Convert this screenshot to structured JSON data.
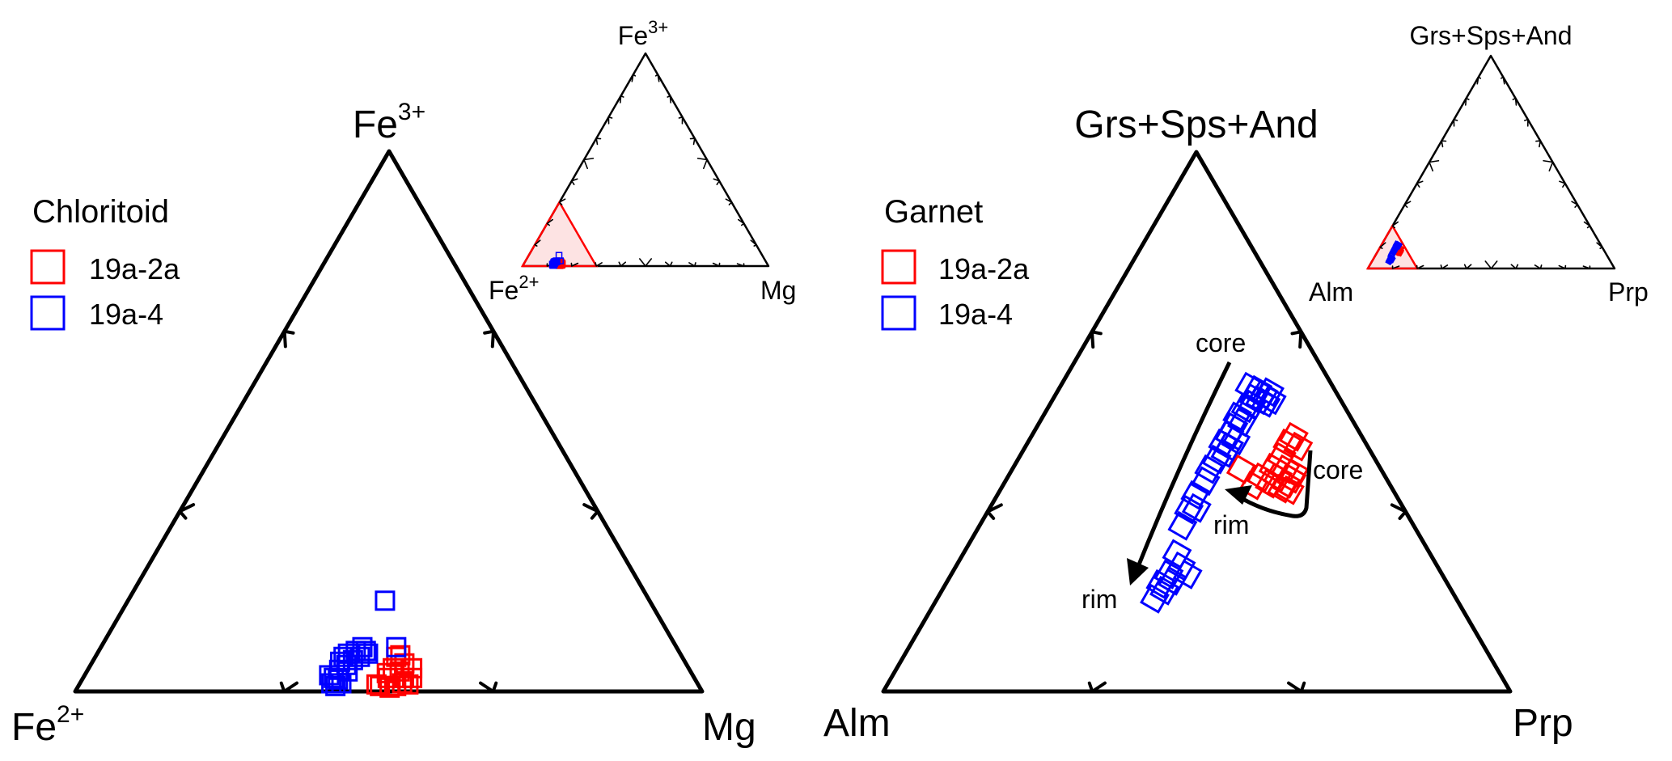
{
  "chart_data": [
    {
      "type": "scatter",
      "subtype": "ternary",
      "title": "Chloritoid",
      "vertices": {
        "bottom_left": "Fe",
        "bottom_left_sup": "2+",
        "bottom_right": "Mg",
        "bottom_right_sup": "",
        "top": "Fe",
        "top_sup": "3+"
      },
      "ticks_per_side": 2,
      "legend": {
        "title": "Chloritoid",
        "placement": "top-left",
        "entries": [
          {
            "name": "19a-2a",
            "color": "#ff0000"
          },
          {
            "name": "19a-4",
            "color": "#0000ff"
          }
        ]
      },
      "inset": {
        "vertices": {
          "bottom_left": "Fe",
          "bottom_left_sup": "2+",
          "bottom_right": "Mg",
          "bottom_right_sup": "",
          "top": "Fe",
          "top_sup": "3+"
        },
        "zoom_fraction": 0.3,
        "ticks_per_side": 10,
        "highlight_color": "#ff0000",
        "highlight_fill": "#fde3e3",
        "placement": "top-right"
      },
      "series": [
        {
          "name": "19a-2a",
          "color": "#ff0000",
          "marker": "square",
          "points": [
            [
              0.456,
              0.48,
              0.064
            ],
            [
              0.449,
              0.499,
              0.052
            ],
            [
              0.441,
              0.516,
              0.043
            ],
            [
              0.472,
              0.485,
              0.043
            ],
            [
              0.464,
              0.499,
              0.037
            ],
            [
              0.489,
              0.486,
              0.025
            ],
            [
              0.509,
              0.481,
              0.01
            ],
            [
              0.495,
              0.498,
              0.007
            ],
            [
              0.483,
              0.507,
              0.01
            ],
            [
              0.471,
              0.514,
              0.015
            ],
            [
              0.462,
              0.525,
              0.013
            ],
            [
              0.463,
              0.512,
              0.025
            ],
            [
              0.513,
              0.474,
              0.013
            ],
            [
              0.486,
              0.48,
              0.034
            ],
            [
              0.448,
              0.485,
              0.067
            ],
            [
              0.45,
              0.525,
              0.025
            ]
          ]
        },
        {
          "name": "19a-4",
          "color": "#0000ff",
          "marker": "square",
          "points": [
            [
              0.422,
              0.41,
              0.168
            ],
            [
              0.447,
              0.471,
              0.082
            ],
            [
              0.58,
              0.39,
              0.03
            ],
            [
              0.575,
              0.4,
              0.025
            ],
            [
              0.57,
              0.408,
              0.022
            ],
            [
              0.55,
              0.395,
              0.055
            ],
            [
              0.54,
              0.396,
              0.064
            ],
            [
              0.53,
              0.4,
              0.07
            ],
            [
              0.543,
              0.408,
              0.049
            ],
            [
              0.559,
              0.401,
              0.04
            ],
            [
              0.547,
              0.416,
              0.037
            ],
            [
              0.515,
              0.41,
              0.075
            ],
            [
              0.501,
              0.417,
              0.082
            ],
            [
              0.499,
              0.426,
              0.075
            ],
            [
              0.498,
              0.432,
              0.07
            ],
            [
              0.514,
              0.422,
              0.064
            ],
            [
              0.528,
              0.414,
              0.058
            ],
            [
              0.584,
              0.401,
              0.015
            ],
            [
              0.58,
              0.41,
              0.01
            ],
            [
              0.568,
              0.417,
              0.015
            ]
          ]
        }
      ],
      "coordinate_order": [
        "Fe2+",
        "Mg",
        "Fe3+"
      ],
      "coordinates_note": "fractions within the magnified sub-triangle"
    },
    {
      "type": "scatter",
      "subtype": "ternary",
      "title": "Garnet",
      "vertices": {
        "bottom_left": "Alm",
        "bottom_left_sup": "",
        "bottom_right": "Prp",
        "bottom_right_sup": "",
        "top": "Grs+Sps+And",
        "top_sup": ""
      },
      "ticks_per_side": 2,
      "legend": {
        "title": "Garnet",
        "placement": "top-left",
        "entries": [
          {
            "name": "19a-2a",
            "color": "#ff0000"
          },
          {
            "name": "19a-4",
            "color": "#0000ff"
          }
        ]
      },
      "inset": {
        "vertices": {
          "bottom_left": "Alm",
          "bottom_left_sup": "",
          "bottom_right": "Prp",
          "bottom_right_sup": "",
          "top": "Grs+Sps+And",
          "top_sup": ""
        },
        "zoom_fraction": 0.2,
        "ticks_per_side": 10,
        "highlight_color": "#ff0000",
        "highlight_fill": "#fde3e3",
        "placement": "top-right"
      },
      "annotations": [
        {
          "text": "core",
          "series": "19a-4",
          "role": "arrow-start"
        },
        {
          "text": "rim",
          "series": "19a-4",
          "role": "arrow-end"
        },
        {
          "text": "core",
          "series": "19a-2a",
          "role": "arrow-start"
        },
        {
          "text": "rim",
          "series": "19a-2a",
          "role": "arrow-end"
        }
      ],
      "series": [
        {
          "name": "19a-2a",
          "color": "#ff0000",
          "marker": "rotated-square",
          "points": [
            [
              0.109,
              0.419,
              0.472
            ],
            [
              0.125,
              0.415,
              0.46
            ],
            [
              0.111,
              0.435,
              0.454
            ],
            [
              0.147,
              0.418,
              0.435
            ],
            [
              0.17,
              0.415,
              0.415
            ],
            [
              0.152,
              0.436,
              0.412
            ],
            [
              0.172,
              0.431,
              0.397
            ],
            [
              0.165,
              0.45,
              0.385
            ],
            [
              0.151,
              0.455,
              0.394
            ],
            [
              0.176,
              0.448,
              0.376
            ],
            [
              0.165,
              0.462,
              0.373
            ],
            [
              0.191,
              0.424,
              0.385
            ],
            [
              0.198,
              0.405,
              0.397
            ],
            [
              0.223,
              0.365,
              0.412
            ],
            [
              0.218,
              0.4,
              0.382
            ],
            [
              0.142,
              0.453,
              0.405
            ]
          ]
        },
        {
          "name": "19a-4",
          "color": "#0000ff",
          "marker": "rotated-square",
          "points": [
            [
              0.133,
              0.302,
              0.565
            ],
            [
              0.123,
              0.318,
              0.559
            ],
            [
              0.118,
              0.332,
              0.55
            ],
            [
              0.106,
              0.339,
              0.555
            ],
            [
              0.137,
              0.319,
              0.544
            ],
            [
              0.122,
              0.343,
              0.535
            ],
            [
              0.129,
              0.331,
              0.54
            ],
            [
              0.145,
              0.323,
              0.532
            ],
            [
              0.159,
              0.316,
              0.525
            ],
            [
              0.11,
              0.35,
              0.54
            ],
            [
              0.18,
              0.31,
              0.51
            ],
            [
              0.178,
              0.323,
              0.499
            ],
            [
              0.196,
              0.314,
              0.49
            ],
            [
              0.21,
              0.315,
              0.475
            ],
            [
              0.205,
              0.33,
              0.465
            ],
            [
              0.228,
              0.312,
              0.46
            ],
            [
              0.221,
              0.325,
              0.454
            ],
            [
              0.233,
              0.325,
              0.442
            ],
            [
              0.253,
              0.317,
              0.43
            ],
            [
              0.274,
              0.314,
              0.412
            ],
            [
              0.291,
              0.319,
              0.39
            ],
            [
              0.32,
              0.316,
              0.364
            ],
            [
              0.344,
              0.319,
              0.337
            ],
            [
              0.33,
              0.33,
              0.34
            ],
            [
              0.369,
              0.324,
              0.307
            ],
            [
              0.404,
              0.341,
              0.255
            ],
            [
              0.409,
              0.359,
              0.232
            ],
            [
              0.436,
              0.347,
              0.217
            ],
            [
              0.436,
              0.359,
              0.205
            ],
            [
              0.458,
              0.343,
              0.199
            ],
            [
              0.458,
              0.355,
              0.187
            ],
            [
              0.481,
              0.347,
              0.172
            ],
            [
              0.406,
              0.377,
              0.217
            ]
          ]
        }
      ],
      "coordinate_order": [
        "Alm",
        "Prp",
        "Grs+Sps+And"
      ],
      "coordinates_note": "fractions within the magnified sub-triangle"
    }
  ]
}
